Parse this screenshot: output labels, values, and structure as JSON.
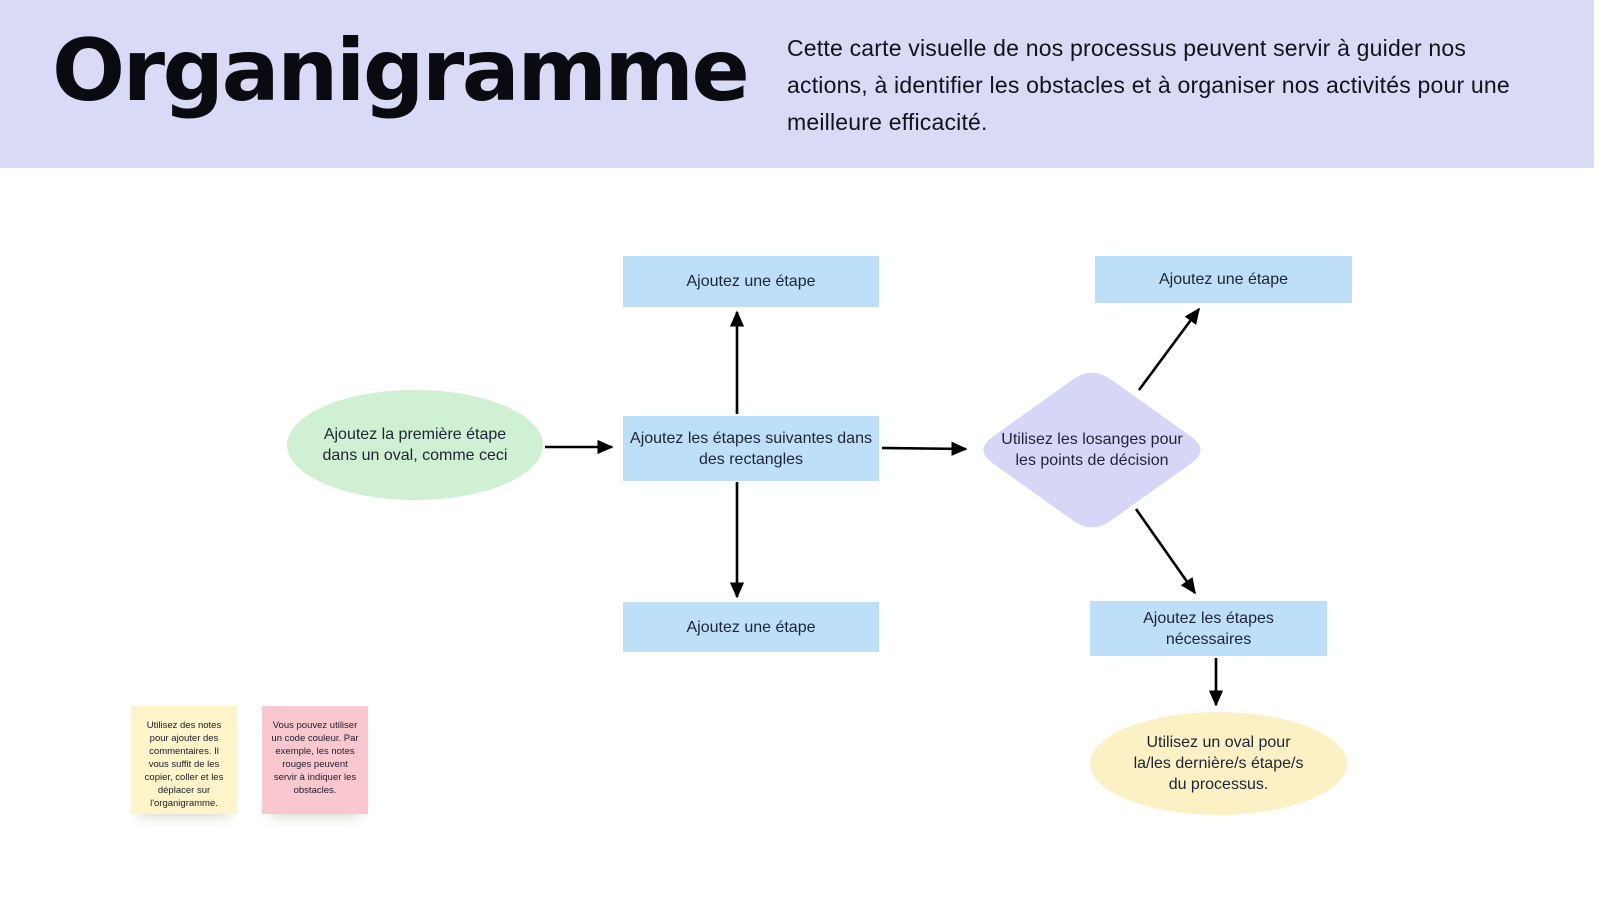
{
  "header": {
    "title": "Organigramme",
    "description": "Cette carte visuelle de nos processus peuvent servir à guider nos actions, à identifier les obstacles et à organiser nos activités pour une meilleure efficacité."
  },
  "colors": {
    "header_bg": "#d8daf6",
    "node_blue": "#bde0f8",
    "node_green": "#cff0d2",
    "node_lavender": "#d6d6f6",
    "node_yellow": "#fbf1c4",
    "note_yellow": "#fdf4c9",
    "note_pink": "#f9c8cf",
    "arrow": "#000000",
    "text_dark": "#1d2437"
  },
  "nodes": {
    "start_oval": "Ajoutez la première étape dans un oval, comme ceci",
    "step_top": "Ajoutez une étape",
    "steps_rect": "Ajoutez les étapes suivantes dans des rectangles",
    "step_bottom": "Ajoutez une étape",
    "decision": "Utilisez les losanges pour les points de décision",
    "step_top_right": "Ajoutez une étape",
    "steps_necessary": "Ajoutez les étapes nécessaires",
    "end_oval": "Utilisez un oval pour la/les dernière/s étape/s du processus."
  },
  "notes": {
    "yellow": "Utilisez des notes pour ajouter des commentaires. Il vous suffit de les copier, coller et les déplacer sur l'organigramme.",
    "pink": "Vous pouvez utiliser un code couleur. Par exemple, les notes rouges peuvent servir à indiquer les obstacles."
  }
}
